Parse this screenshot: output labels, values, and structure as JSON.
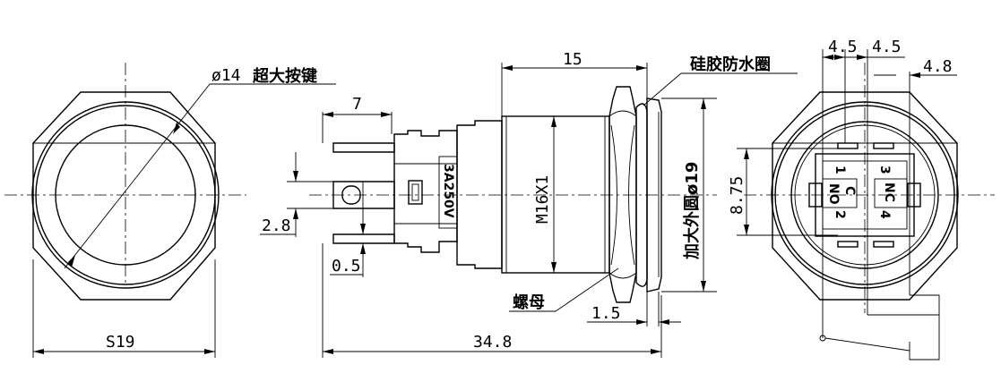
{
  "labels": {
    "button_diameter": "ø14",
    "oversize_button": "超大按键",
    "hex_size": "S19",
    "dim_7": "7",
    "dim_2_8": "2.8",
    "dim_0_5": "0.5",
    "dim_34_8": "34.8",
    "dim_15": "15",
    "silicone_ring": "硅胶防水圈",
    "thread": "M16X1",
    "outer_ring": "加大外圆ø19",
    "nut": "螺母",
    "dim_1_5": "1.5",
    "rating": "3A250V",
    "dim_4_5_left": "4.5",
    "dim_4_5_right": "4.5",
    "dim_4_8": "4.8",
    "dim_8_75": "8.75",
    "pin_1": "1",
    "pin_2": "2",
    "pin_3": "3",
    "pin_4": "4",
    "contact_no": "NO",
    "contact_c": "C",
    "contact_nc": "NC"
  }
}
